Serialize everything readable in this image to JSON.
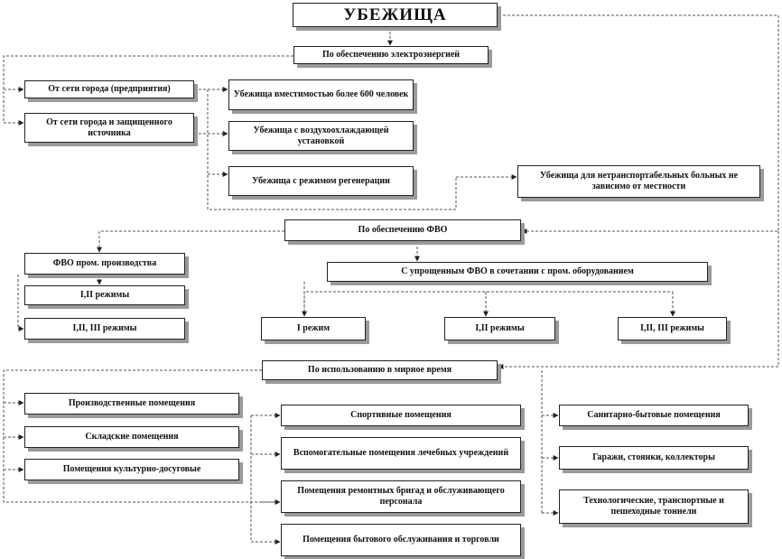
{
  "title": "УБЕЖИЩА",
  "power": {
    "header": "По обеспечению электроэнергией",
    "sources": [
      "От сети города (предприятия)",
      "От сети города и защищенного источника"
    ],
    "types": [
      "Убежища вместимостью более 600 человек",
      "Убежища с воздухоохлаждающей установкой",
      "Убежища с режимом регенерации",
      "Убежища для нетранспортабельных больных не зависимо от местности"
    ]
  },
  "fvo": {
    "header": "По обеспечению ФВО",
    "industrial": {
      "label": "ФВО пром. производства",
      "modes": [
        "I,II режимы",
        "I,II, III режимы"
      ]
    },
    "simplified": {
      "label": "С упрощенным ФВО в сочетании с пром. оборудованием",
      "modes": [
        "I режим",
        "I,II режимы",
        "I,II, III режимы"
      ]
    }
  },
  "peacetime": {
    "header": "По использованию в мирное время",
    "left": [
      "Производственные помещения",
      "Складские помещения",
      "Помещения культурно-досуговые"
    ],
    "middle": [
      "Спортивные помещения",
      "Вспомогательные помещения лечебных учреждений",
      "Помещения ремонтных бригад и обслуживающего персонала",
      "Помещения бытового обслуживания и торговли"
    ],
    "right": [
      "Санитарно-бытовые помещения",
      "Гаражи, стоянки, коллекторы",
      "Технологические, транспортные и пешеходные тоннели"
    ]
  }
}
